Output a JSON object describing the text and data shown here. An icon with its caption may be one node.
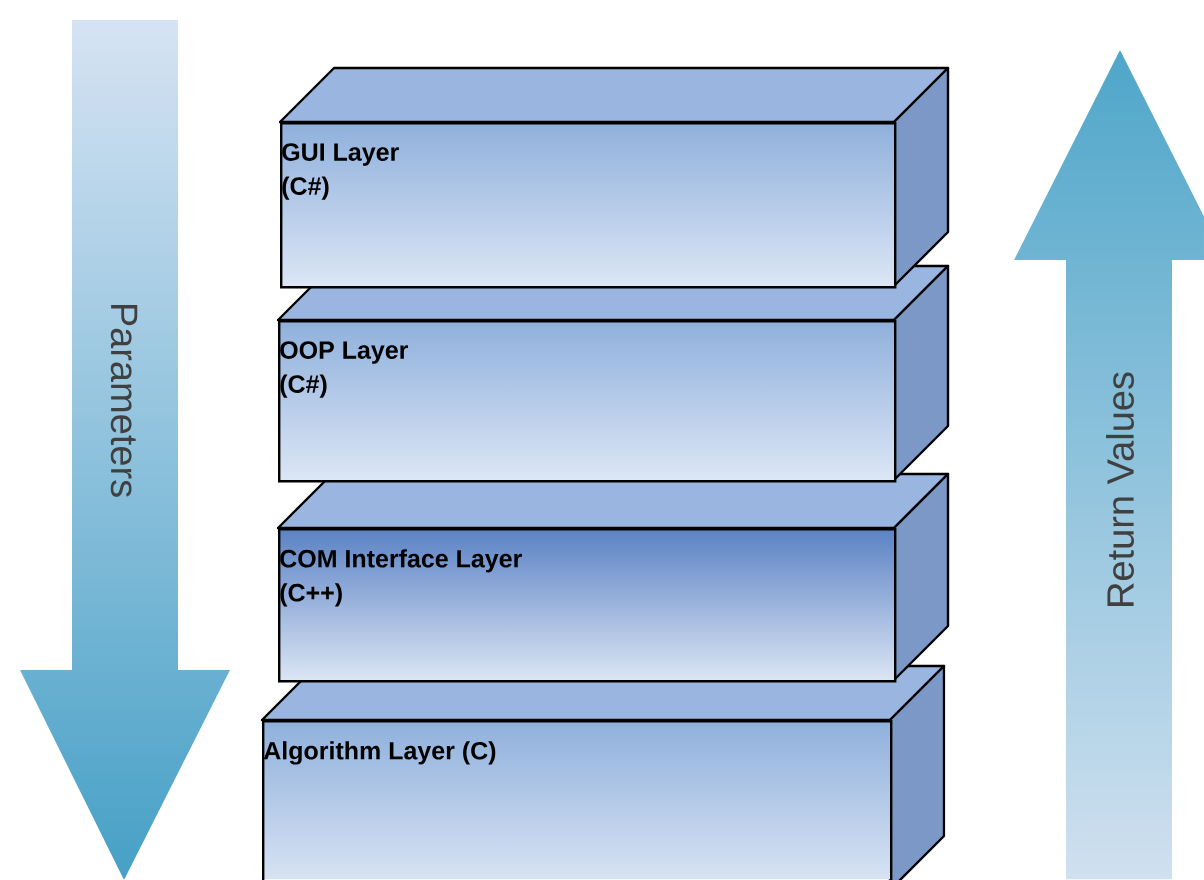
{
  "diagram": {
    "nodes": [
      {
        "text": [
          "GUI Layer",
          "(C#)"
        ]
      },
      {
        "text": [
          "OOP Layer",
          "(C#)"
        ]
      },
      {
        "text": [
          "COM Interface Layer",
          "(C++)"
        ]
      },
      {
        "text": [
          "Algorithm Layer (C)"
        ]
      }
    ],
    "labels": [
      "Parameters",
      "Return Values"
    ]
  }
}
